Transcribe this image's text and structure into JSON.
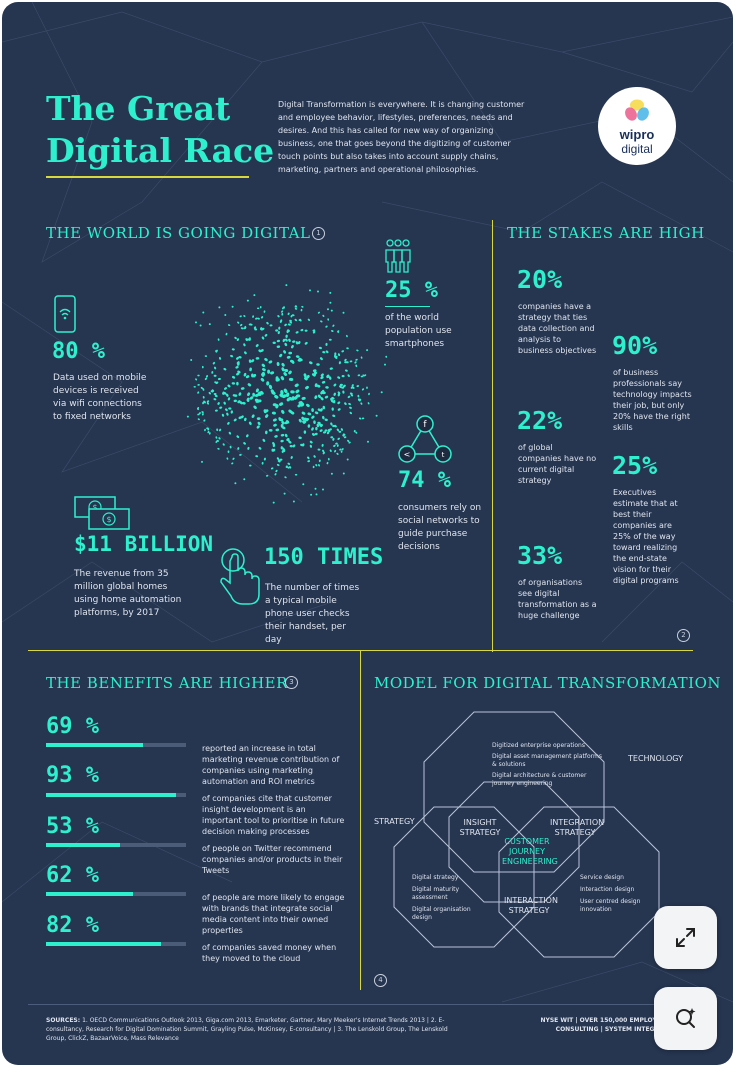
{
  "header": {
    "title_line1": "The Great",
    "title_line2": "Digital Race",
    "intro": "Digital Transformation is everywhere. It is changing customer and employee behavior, lifestyles, preferences, needs and desires. And this has called for new way of organizing business, one that goes beyond the digitizing of customer touch points but also takes into account supply chains, marketing, partners and operational philosophies."
  },
  "logo": {
    "line1": "wipro",
    "line2": "digital"
  },
  "world": {
    "heading": "THE WORLD IS GOING DIGITAL",
    "ref": "1",
    "stats": [
      {
        "value": "80 %",
        "text": "Data used on mobile devices is received via wifi connections to fixed networks",
        "icon": "smartphone-icon"
      },
      {
        "value": "25 %",
        "text": "of the world population use smartphones",
        "icon": "people-icon"
      },
      {
        "value": "74 %",
        "text": "consumers rely on social networks to guide purchase decisions",
        "icon": "social-network-icon"
      },
      {
        "value": "$11 BILLION",
        "text": "The revenue from 35 million global homes using home automation platforms, by 2017",
        "icon": "money-icon"
      },
      {
        "value": "150 TIMES",
        "text": "The number of times a typical mobile phone user checks their handset, per day",
        "icon": "touch-hand-icon"
      }
    ]
  },
  "stakes": {
    "heading": "THE STAKES ARE HIGH",
    "ref": "2",
    "stats": [
      {
        "value": "20%",
        "text": "companies have a strategy that ties data collection and analysis to business objectives"
      },
      {
        "value": "90%",
        "text": "of business professionals say technology impacts their job, but only 20% have the right skills"
      },
      {
        "value": "22%",
        "text": "of global companies have no current digital strategy"
      },
      {
        "value": "25%",
        "text": "Executives estimate that at best their companies are 25% of the way toward realizing the end-state vision for their digital programs"
      },
      {
        "value": "33%",
        "text": "of organisations see digital transformation as a huge challenge"
      }
    ]
  },
  "benefits": {
    "heading": "THE BENEFITS ARE HIGHER",
    "ref": "3",
    "items": [
      {
        "value": "69 %",
        "fraction": 0.69,
        "text": "reported an increase in total marketing revenue contribution of companies using marketing automation and ROI metrics"
      },
      {
        "value": "93 %",
        "fraction": 0.93,
        "text": "of companies cite that customer insight development is an important tool to prioritise in future decision making processes"
      },
      {
        "value": "53 %",
        "fraction": 0.53,
        "text": "of people on Twitter recommend companies and/or products in their Tweets"
      },
      {
        "value": "62 %",
        "fraction": 0.62,
        "text": "of people are more likely to engage with brands that integrate social media content into their owned properties"
      },
      {
        "value": "82 %",
        "fraction": 0.82,
        "text": "of companies saved money when they moved to the cloud"
      }
    ]
  },
  "model": {
    "heading": "MODEL FOR DIGITAL TRANSFORMATION",
    "ref": "4",
    "technology": "TECHNOLOGY",
    "strategy": "STRATEGY",
    "insight": "INSIGHT STRATEGY",
    "integration": "INTEGRATION STRATEGY",
    "customer": "CUSTOMER JOURNEY ENGINEERING",
    "interaction": "INTERACTION STRATEGY",
    "tech_items": [
      "Digitized enterprise operations",
      "Digital asset management platforms & solutions",
      "Digital architecture & customer journey engineering"
    ],
    "strategy_items": [
      "Digital strategy",
      "Digital maturity assessment",
      "Digital organisation design"
    ],
    "right_items": [
      "Service design",
      "Interaction design",
      "User centred design innovation"
    ]
  },
  "footer": {
    "sources_label": "SOURCES:",
    "sources": "1. OECD Communications Outlook 2013, Giga.com 2013, Emarketer, Gartner, Mary Meeker's Internet Trends 2013 | 2. E-consultancy, Research for Digital Domination Summit, Grayling Pulse, McKinsey, E-consultancy | 3. The Lenskold Group, The Lenskold Group, ClickZ, BazaarVoice, Mass Relevance",
    "right_line1": "NYSE WIT | OVER 150,000 EMPLOYEES | 17",
    "right_line2": "CONSULTING | SYSTEM INTEGRATION |"
  },
  "controls": {
    "expand": "expand-icon",
    "search": "visual-search-icon"
  },
  "colors": {
    "background": "#263550",
    "accent": "#2ef0cf",
    "rule": "#d7d73e",
    "text": "#dfe5ee"
  }
}
